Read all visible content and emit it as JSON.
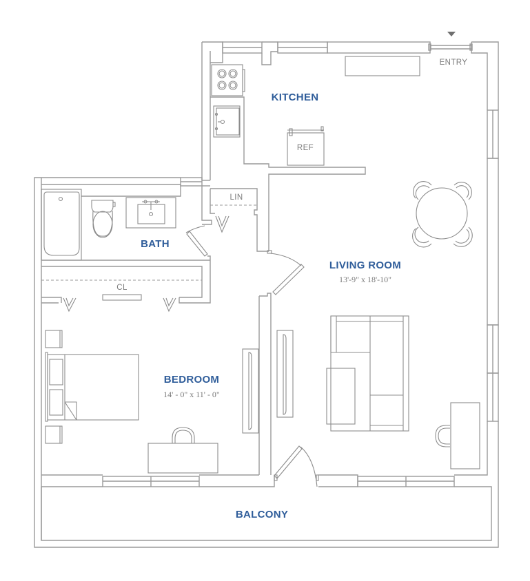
{
  "plan": {
    "type": "apartment floor plan",
    "colors": {
      "wall": "#9a9a9a",
      "room_label": "#2f5d9a",
      "dimension_text": "#7a7a7a",
      "fixture_text": "#7d7d7d",
      "entry_marker": "#6f6f6f"
    }
  },
  "rooms": {
    "kitchen": {
      "label": "KITCHEN"
    },
    "bath": {
      "label": "BATH"
    },
    "living": {
      "label": "LIVING ROOM",
      "dimensions": "13'-9\" x 18'-10\""
    },
    "bedroom": {
      "label": "BEDROOM",
      "dimensions": "14' - 0\" x 11' - 0\""
    },
    "balcony": {
      "label": "BALCONY"
    }
  },
  "fixtures": {
    "refrigerator": "REF",
    "linen": "LIN",
    "closet": "CL",
    "entry": "ENTRY"
  },
  "icons": {
    "entry_marker": "down-triangle",
    "stove": "four-burner-cooktop",
    "sink": "kitchen-sink",
    "bathtub": "bathtub",
    "toilet": "toilet",
    "vanity": "vanity-sink",
    "dining_table": "round-table-4-chairs",
    "sofa": "sectional-sofa",
    "bed": "double-bed"
  }
}
